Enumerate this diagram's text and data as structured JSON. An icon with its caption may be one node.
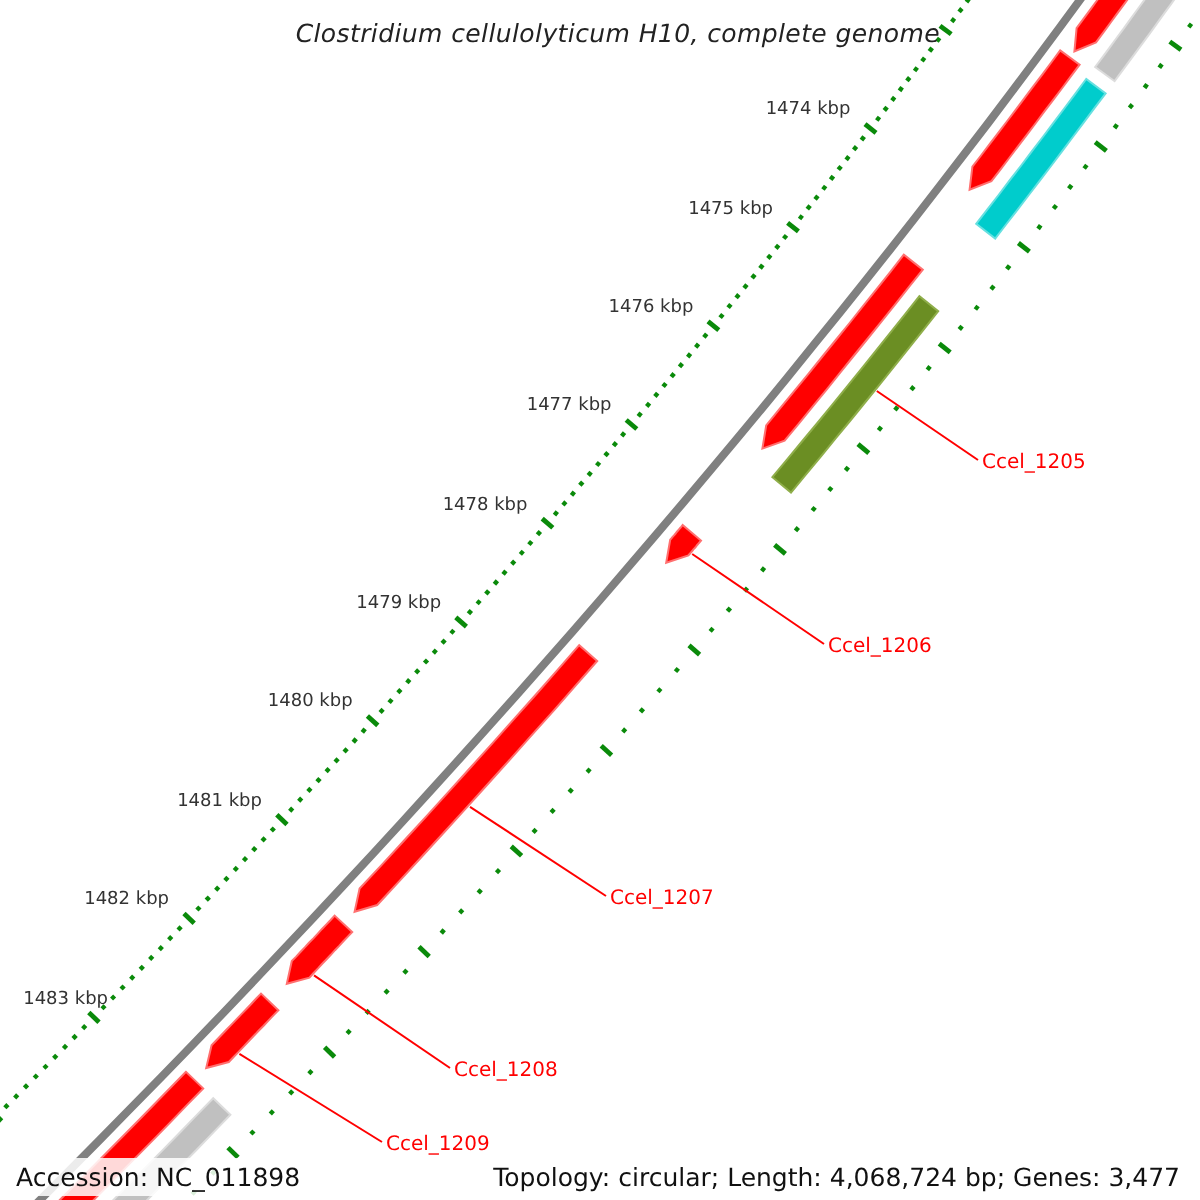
{
  "diagram": {
    "title": "Clostridium cellulolyticum H10, complete genome",
    "nodes": [
      {
        "text": [
          "Ccel_1205"
        ]
      },
      {
        "text": [
          "Ccel_1206"
        ]
      },
      {
        "text": [
          "Ccel_1207"
        ]
      },
      {
        "text": [
          "Ccel_1208"
        ]
      },
      {
        "text": [
          "Ccel_1209"
        ]
      },
      {
        "text": [],
        "shape": "bar"
      },
      {
        "text": [],
        "shape": "pentagon"
      },
      {
        "text": [],
        "shape": "pentagon"
      },
      {
        "text": [],
        "shape": "pentagon"
      },
      {
        "text": [],
        "shape": "pentagon"
      }
    ],
    "edges": [
      {
        "from": 0,
        "to": 5,
        "arrow": "none"
      },
      {
        "from": 1,
        "to": 6,
        "arrow": "none"
      },
      {
        "from": 2,
        "to": 7,
        "arrow": "none"
      },
      {
        "from": 3,
        "to": 8,
        "arrow": "none"
      },
      {
        "from": 4,
        "to": 9,
        "arrow": "none"
      }
    ],
    "labels": [
      "1474 kbp",
      "1475 kbp",
      "1476 kbp",
      "1477 kbp",
      "1478 kbp",
      "1479 kbp",
      "1480 kbp",
      "1481 kbp",
      "1482 kbp",
      "1483 kbp",
      "Accession: NC_011898",
      "Topology: circular; Length: 4,068,724 bp; Genes: 3,477"
    ]
  }
}
